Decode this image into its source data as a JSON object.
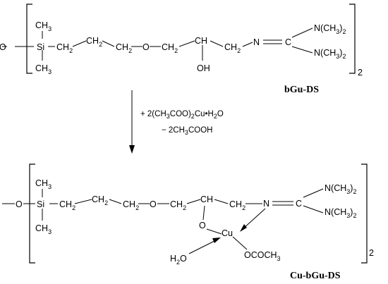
{
  "top": {
    "label": "bGu-DS",
    "subscript": "2",
    "atoms": {
      "o_left": "O",
      "si": "Si",
      "ch3_upper": "CH",
      "ch3_lower": "CH",
      "ch2_1": "CH",
      "ch2_2": "CH",
      "ch2_3": "CH",
      "o_ether": "O",
      "ch2_4": "CH",
      "ch": "CH",
      "oh": "OH",
      "ch2_5": "CH",
      "n": "N",
      "c": "C",
      "nme2_upper": "N(CH",
      "nme2_lower": "N(CH"
    }
  },
  "reaction": {
    "reagent_plus": "+ 2(CH",
    "reagent_mid": "COO)",
    "reagent_cu": "Cu",
    "reagent_dot": "•",
    "reagent_h2o": "H",
    "reagent_o": "O",
    "byproduct": "− 2CH",
    "byproduct_end": "COOH"
  },
  "bottom": {
    "label": "Cu-bGu-DS",
    "subscript": "2",
    "atoms": {
      "o_left": "O",
      "si": "Si",
      "ch3_upper": "CH",
      "ch3_lower": "CH",
      "ch2_1": "CH",
      "ch2_2": "CH",
      "ch2_3": "CH",
      "o_ether": "O",
      "ch2_4": "CH",
      "ch": "CH",
      "o_bridge": "O",
      "cu": "Cu",
      "h2o": "H",
      "h2o_o": "O",
      "ococh3": "OCOCH",
      "ch2_5": "CH",
      "n": "N",
      "c": "C",
      "nme2_upper": "N(CH",
      "nme2_lower": "N(CH"
    }
  }
}
